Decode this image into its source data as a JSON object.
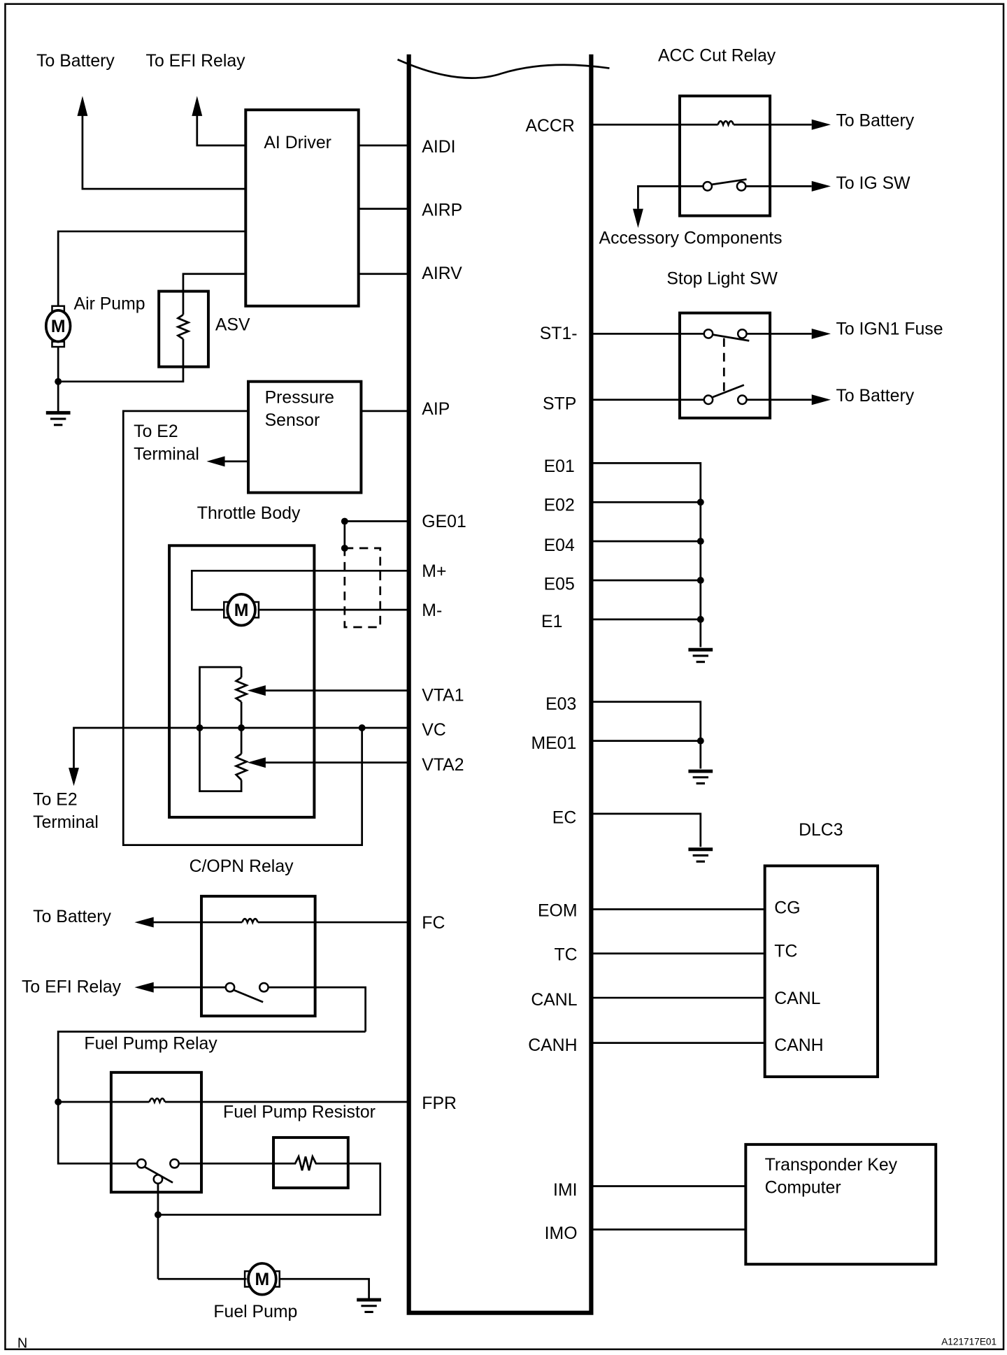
{
  "diagram": {
    "type": "wiring-diagram",
    "figure_id": "A121717E01",
    "corner_mark": "N",
    "ecu_terminals_left": [
      "AIDI",
      "AIRP",
      "AIRV",
      "AIP",
      "GE01",
      "M+",
      "M-",
      "VTA1",
      "VC",
      "VTA2",
      "FC",
      "FPR"
    ],
    "ecu_terminals_right": [
      "ACCR",
      "ST1-",
      "STP",
      "E01",
      "E02",
      "E04",
      "E05",
      "E1",
      "E03",
      "ME01",
      "EC",
      "EOM",
      "TC",
      "CANL",
      "CANH",
      "IMI",
      "IMO"
    ]
  },
  "left": {
    "to_battery_top": "To Battery",
    "to_efi_relay_top": "To EFI Relay",
    "ai_driver": "AI Driver",
    "air_pump": "Air Pump",
    "asv": "ASV",
    "pressure_sensor_1": "Pressure",
    "pressure_sensor_2": "Sensor",
    "to_e2_a_1": "To E2",
    "to_e2_a_2": "Terminal",
    "throttle_body": "Throttle Body",
    "to_e2_b_1": "To E2",
    "to_e2_b_2": "Terminal",
    "copn_relay": "C/OPN Relay",
    "to_battery_mid": "To Battery",
    "to_efi_relay_mid": "To EFI Relay",
    "fuel_pump_relay": "Fuel Pump Relay",
    "fuel_pump_resistor": "Fuel Pump Resistor",
    "fuel_pump": "Fuel Pump",
    "motor_symbol": "M"
  },
  "terminals": {
    "aidi": "AIDI",
    "airp": "AIRP",
    "airv": "AIRV",
    "aip": "AIP",
    "ge01": "GE01",
    "mplus": "M+",
    "mminus": "M-",
    "vta1": "VTA1",
    "vc": "VC",
    "vta2": "VTA2",
    "fc": "FC",
    "fpr": "FPR",
    "accr": "ACCR",
    "st1": "ST1-",
    "stp": "STP",
    "e01": "E01",
    "e02": "E02",
    "e04": "E04",
    "e05": "E05",
    "e1": "E1",
    "e03": "E03",
    "me01": "ME01",
    "ec": "EC",
    "eom": "EOM",
    "tc": "TC",
    "canl": "CANL",
    "canh": "CANH",
    "imi": "IMI",
    "imo": "IMO"
  },
  "right": {
    "acc_cut_relay": "ACC Cut Relay",
    "to_battery_acc": "To Battery",
    "to_ig_sw": "To IG SW",
    "accessory_components": "Accessory Components",
    "stop_light_sw": "Stop Light SW",
    "to_ign1_fuse": "To IGN1 Fuse",
    "to_battery_stp": "To Battery",
    "dlc3": "DLC3",
    "dlc3_pins": [
      "CG",
      "TC",
      "CANL",
      "CANH"
    ],
    "transponder_1": "Transponder Key",
    "transponder_2": "Computer"
  }
}
